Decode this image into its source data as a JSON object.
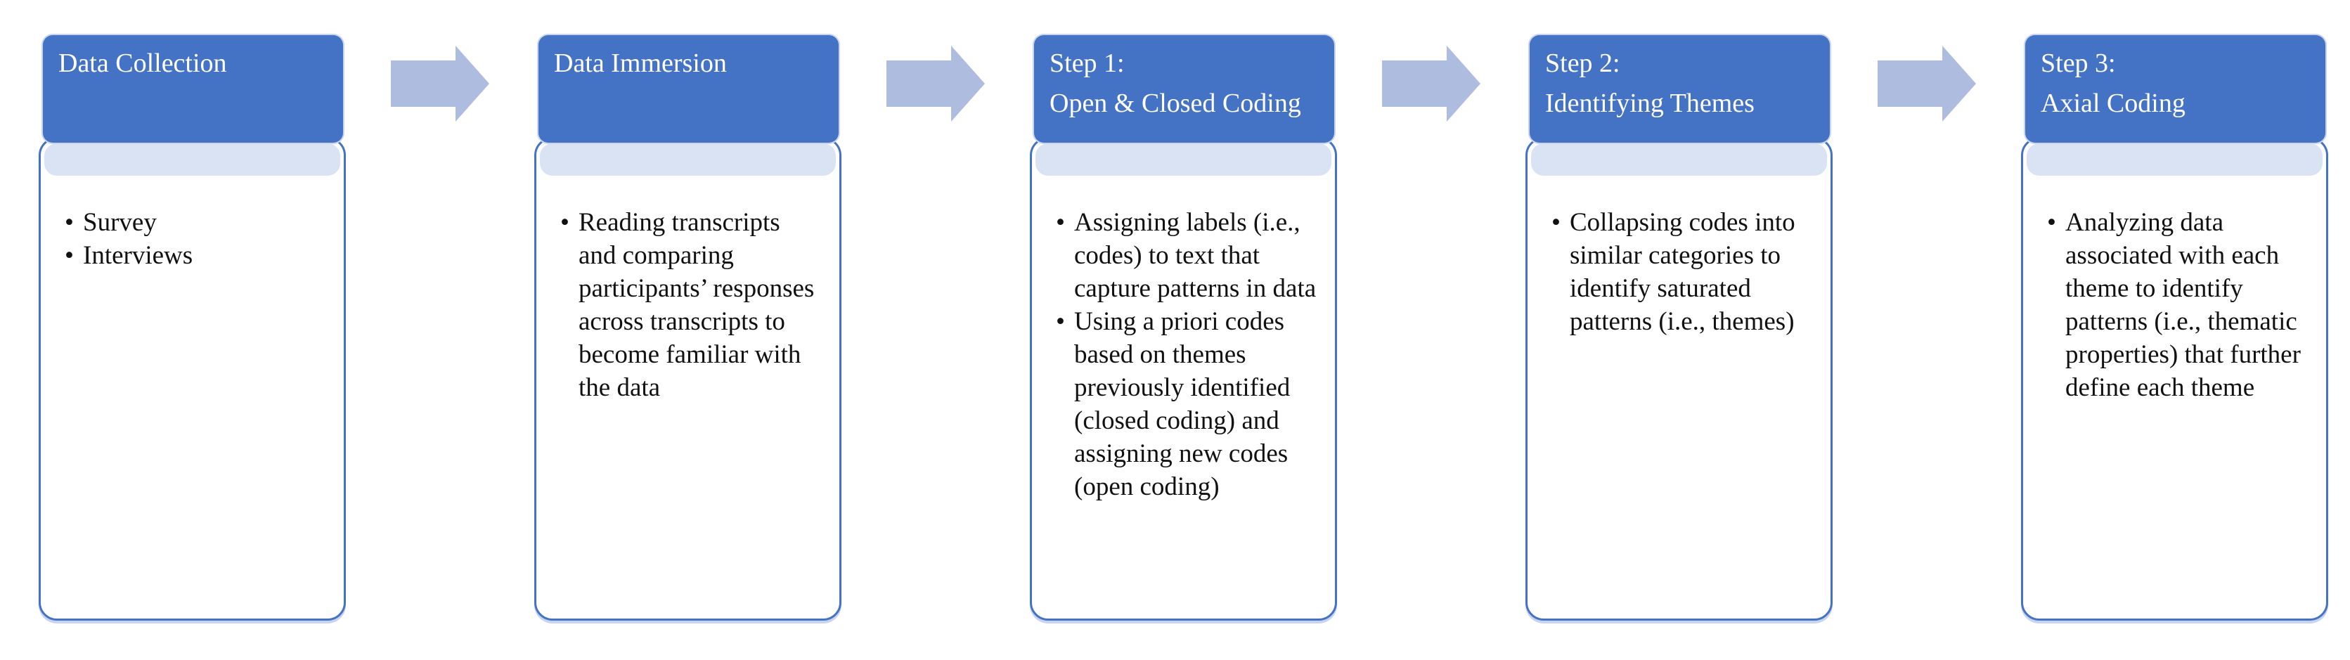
{
  "diagram": {
    "type": "process-flow",
    "background": "#ffffff",
    "colors": {
      "header_bg": "#4472C4",
      "header_text": "#FFFFFF",
      "body_border": "#4472C4",
      "body_bg": "#FFFFFF",
      "band_bg": "#DAE3F3",
      "arrow_fill": "#AEBCDF",
      "bullet_text": "#111111"
    },
    "arrow_icon": "right-block-arrow",
    "steps": [
      {
        "title_lines": {
          "0": "Data Collection"
        },
        "bullets": {
          "0": "Survey",
          "1": "Interviews"
        }
      },
      {
        "title_lines": {
          "0": "Data Immersion"
        },
        "bullets": {
          "0": "Reading transcripts and comparing participants’ responses across transcripts to become familiar with the data"
        }
      },
      {
        "title_lines": {
          "0": "Step 1:",
          "1": "Open & Closed Coding"
        },
        "bullets": {
          "0": "Assigning labels (i.e., codes) to text that capture patterns in data",
          "1": "Using a priori codes based on themes previously identified (closed coding) and assigning new codes (open coding)"
        }
      },
      {
        "title_lines": {
          "0": "Step 2:",
          "1": "Identifying Themes"
        },
        "bullets": {
          "0": "Collapsing codes into similar categories to identify saturated patterns (i.e., themes)"
        }
      },
      {
        "title_lines": {
          "0": "Step 3:",
          "1": "Axial Coding"
        },
        "bullets": {
          "0": "Analyzing data associated with each theme to identify patterns (i.e., thematic properties) that further define each theme"
        }
      }
    ]
  }
}
